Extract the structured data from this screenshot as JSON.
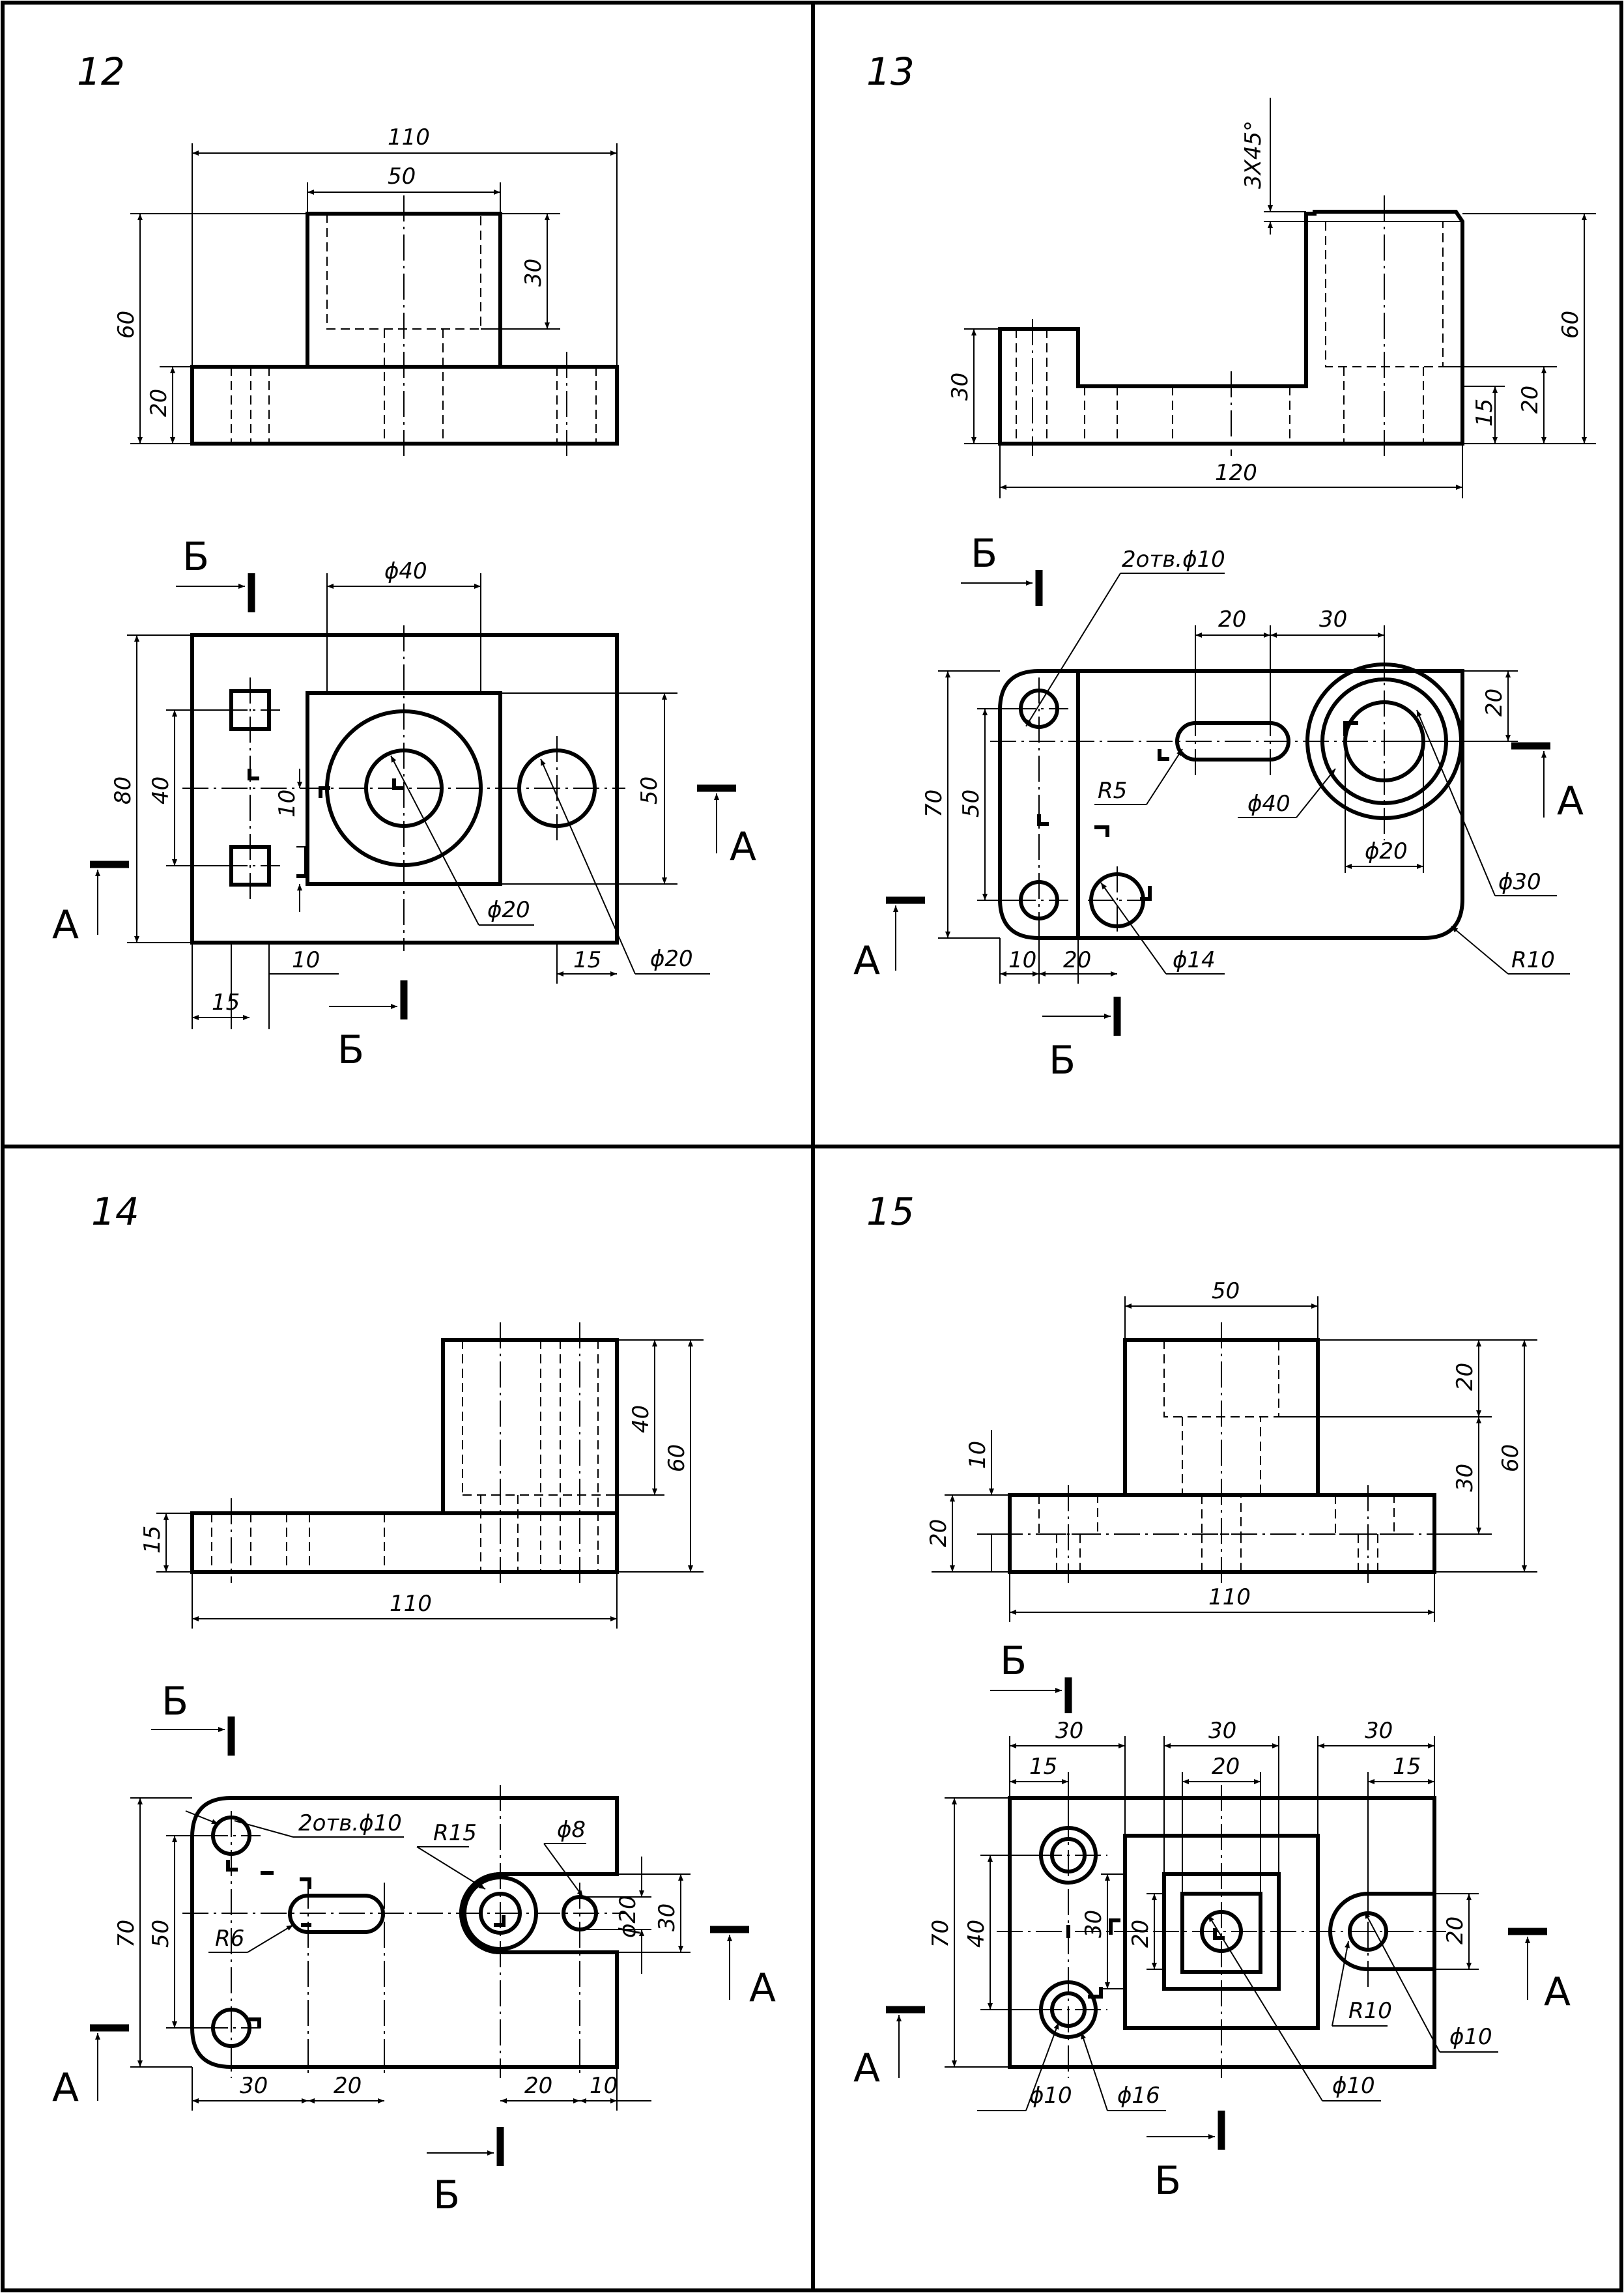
{
  "sheet": {
    "task_numbers": [
      "12",
      "13",
      "14",
      "15"
    ],
    "section_letters": {
      "a": "А",
      "b": "Б"
    }
  },
  "task12": {
    "dims": {
      "len110": "110",
      "top50": "50",
      "h60": "60",
      "h20": "20",
      "h30": "30",
      "d40": "ϕ40",
      "h80": "80",
      "h40": "40",
      "v10": "10",
      "v50": "50",
      "d20_in": "ϕ20",
      "d20_out": "ϕ20",
      "w10": "10",
      "w15_left": "15",
      "w15_right": "15"
    }
  },
  "task13": {
    "dims": {
      "chamfer": "3X45°",
      "h30": "30",
      "h60": "60",
      "h15": "15",
      "h20": "20",
      "len120": "120",
      "holes": "2отв.ϕ10",
      "w20": "20",
      "w30": "30",
      "v20": "20",
      "h70": "70",
      "h50": "50",
      "r5": "R5",
      "d40": "ϕ40",
      "d20": "ϕ20",
      "d30": "ϕ30",
      "w10": "10",
      "w20b": "20",
      "d14": "ϕ14",
      "r10": "R10"
    }
  },
  "task14": {
    "dims": {
      "h40": "40",
      "h60": "60",
      "h15": "15",
      "len110": "110",
      "holes": "2отв.ϕ10",
      "r15": "R15",
      "d8": "ϕ8",
      "h70": "70",
      "h50": "50",
      "r6": "R6",
      "d20": "ϕ20",
      "v30": "30",
      "w30": "30",
      "w20": "20",
      "w20b": "20",
      "w10": "10"
    }
  },
  "task15": {
    "dims": {
      "top50": "50",
      "h20": "20",
      "h10": "10",
      "h30": "30",
      "h60": "60",
      "h20b": "20",
      "len110": "110",
      "w30a": "30",
      "w30b": "30",
      "w30c": "30",
      "w15a": "15",
      "w20": "20",
      "w15b": "15",
      "h70": "70",
      "h40": "40",
      "v20": "20",
      "v30": "30",
      "v20r": "20",
      "r10": "R10",
      "d10a": "ϕ10",
      "d16": "ϕ16",
      "d10b": "ϕ10",
      "d10c": "ϕ10"
    }
  }
}
